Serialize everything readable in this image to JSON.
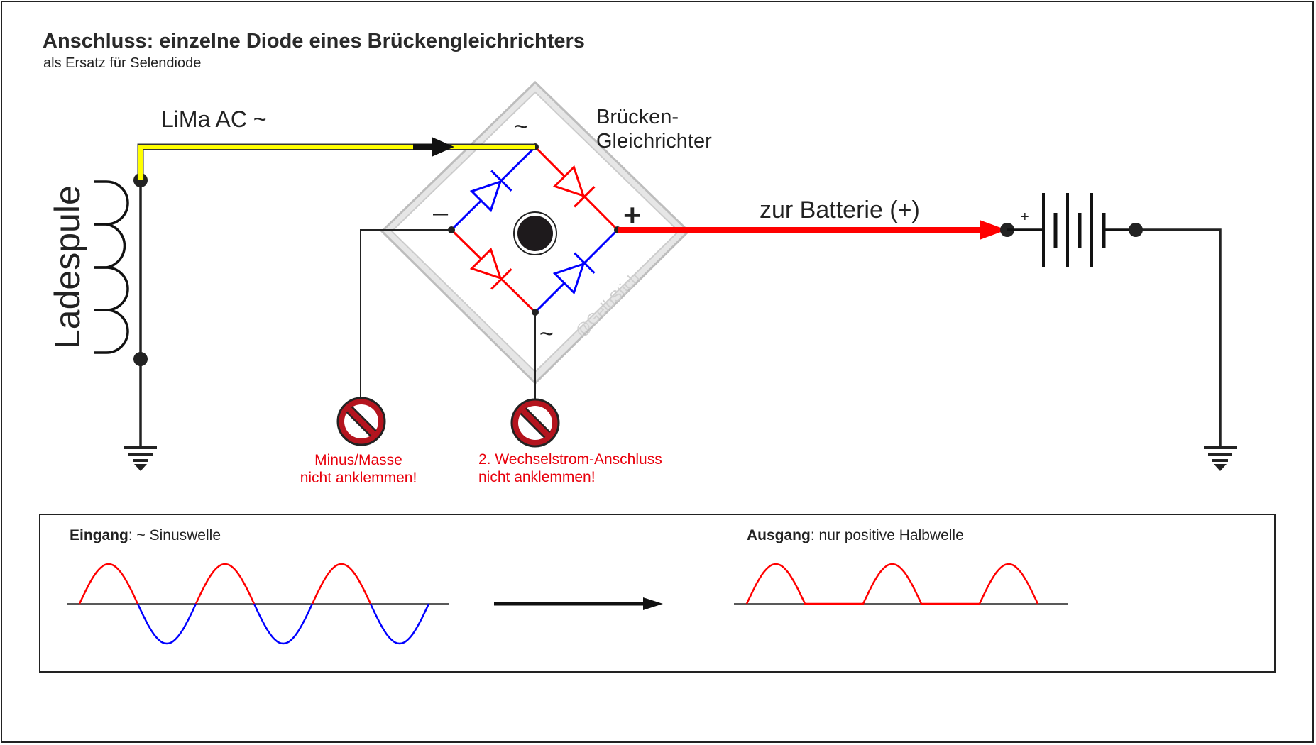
{
  "title": "Anschluss: einzelne Diode eines Brückengleichrichters",
  "subtitle": "als Ersatz für Selendiode",
  "labels": {
    "lima": "LiMa AC ~",
    "bridge_line1": "Brücken-",
    "bridge_line2": "Gleichrichter",
    "battery": "zur Batterie (+)",
    "coil": "Ladespule",
    "watermark": "@GelbStich",
    "minus": "–",
    "plus": "+",
    "ac_top": "~",
    "ac_bottom": "~",
    "battery_plus": "+"
  },
  "warnings": {
    "minus_line1": "Minus/Masse",
    "minus_line2": "nicht anklemmen!",
    "ac2_line1": "2. Wechselstrom-Anschluss",
    "ac2_line2": "nicht anklemmen!"
  },
  "waveforms": {
    "input_bold": "Eingang",
    "input_text": ": ~ Sinuswelle",
    "output_bold": "Ausgang",
    "output_text": ": nur positive Halbwelle"
  },
  "colors": {
    "ac_wire": "#ffff00",
    "dc_wire": "#ff0000",
    "diode_blue": "#0000ff",
    "diode_red": "#ff0000",
    "warning": "#e8000c",
    "no_sign_fill": "#b4141e"
  },
  "icons": [
    "ground-icon",
    "no-connect-icon",
    "battery-icon",
    "coil-icon",
    "arrow-icon"
  ]
}
